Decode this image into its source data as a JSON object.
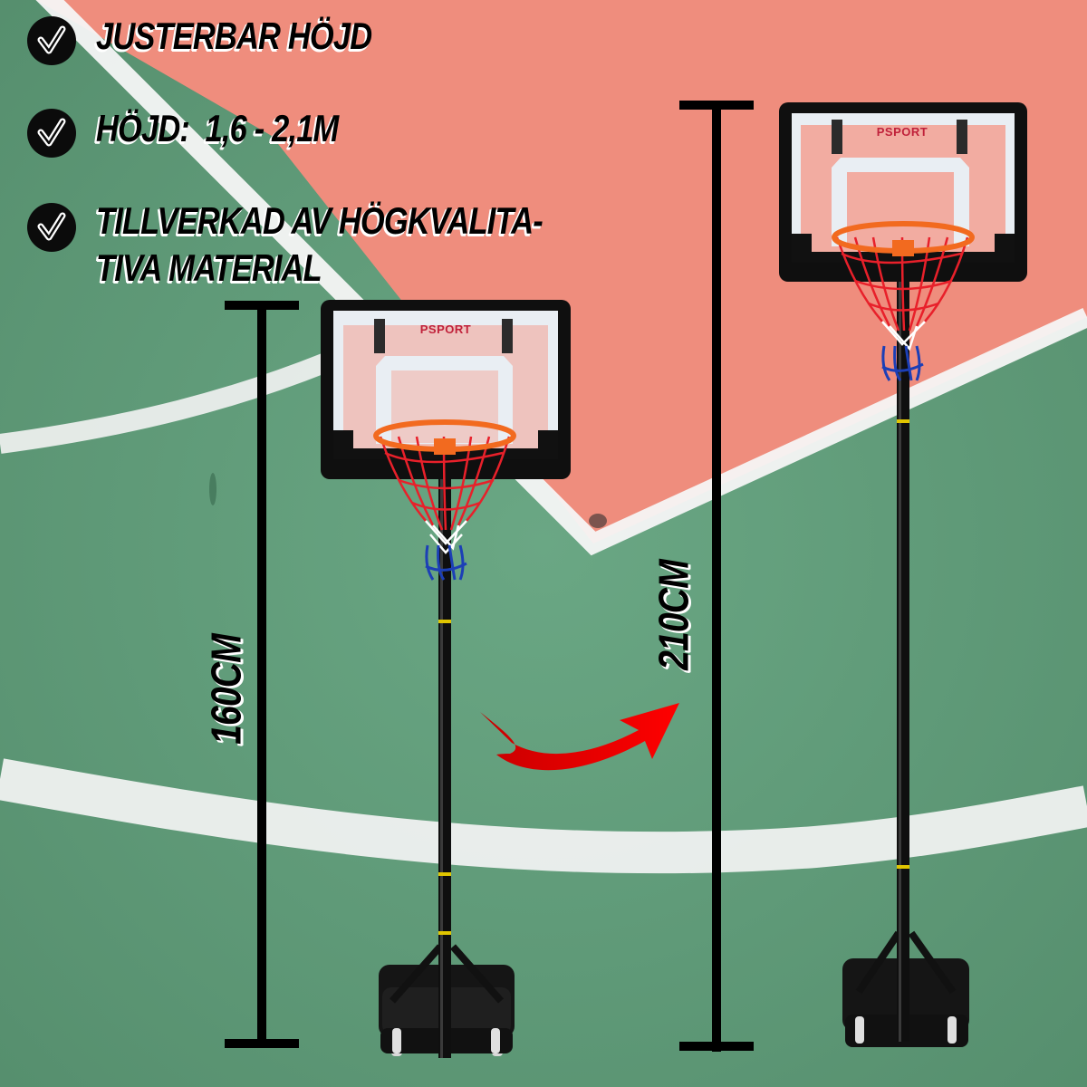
{
  "features": [
    {
      "icon": "check-circle-icon",
      "text": "JUSTERBAR HÖJD"
    },
    {
      "icon": "check-circle-icon",
      "text": "HÖJD:  1,6 - 2,1M"
    },
    {
      "icon": "check-circle-icon",
      "text": "TILLVERKAD AV HÖGKVALITA-\nTIVA MATERIAL"
    }
  ],
  "dimensions": {
    "low": {
      "label": "160CM"
    },
    "high": {
      "label": "210CM"
    }
  },
  "product": {
    "brand": "PSPORT",
    "left_stand": "basketball-stand-lowered",
    "right_stand": "basketball-stand-raised",
    "arrow": "red-curved-arrow-icon"
  },
  "colors": {
    "court_green": "#5f9a78",
    "court_red": "#f08a7a",
    "court_line": "#f3f3f3",
    "rim_orange": "#f26a1f",
    "net_red": "#e8202a",
    "net_white": "#ffffff",
    "net_blue": "#1c3fb6",
    "arrow_red": "#e60000",
    "brand_text": "#c0213a"
  }
}
